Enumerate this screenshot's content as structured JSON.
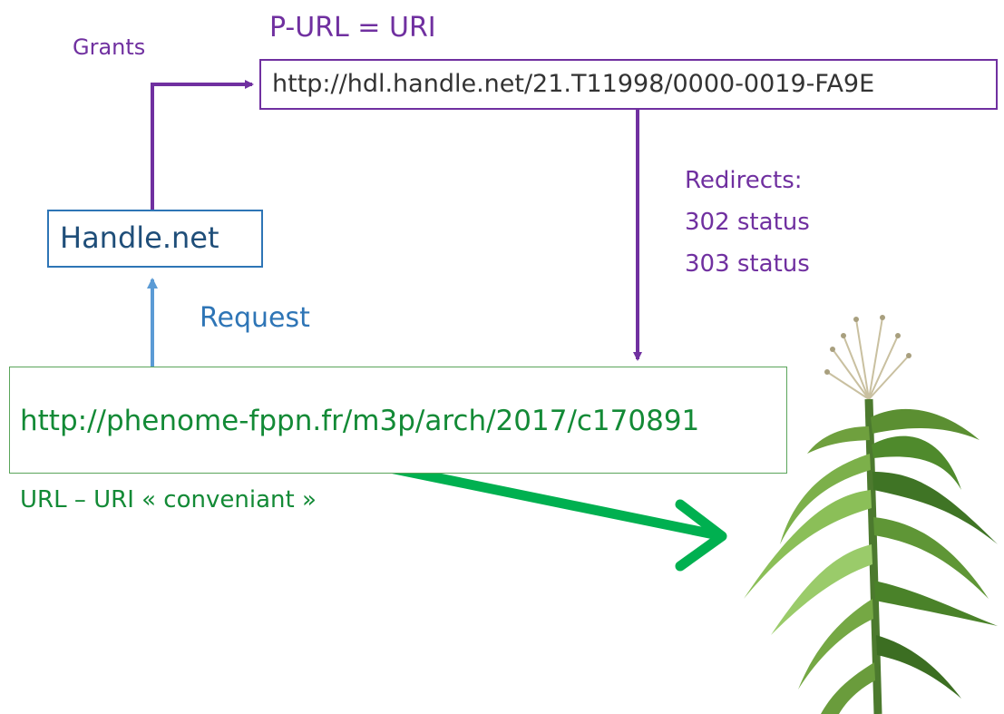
{
  "purl": {
    "title": "P-URL = URI",
    "url": "http://hdl.handle.net/21.T11998/0000-0019-FA9E"
  },
  "grants": {
    "label": "Grants"
  },
  "redirects": {
    "title": "Redirects:",
    "status_302": "302 status",
    "status_303": "303 status"
  },
  "handle": {
    "label": "Handle.net"
  },
  "request": {
    "label": "Request"
  },
  "resource": {
    "url": "http://phenome-fppn.fr/m3p/arch/2017/c170891",
    "caption": "URL – URI « conveniant »"
  },
  "colors": {
    "purple": "#7030a0",
    "blue": "#2e75b6",
    "navy": "#1f4e79",
    "green": "#138a36",
    "arrow_green": "#00b050"
  },
  "icons": {
    "plant": "maize-plant-image"
  }
}
